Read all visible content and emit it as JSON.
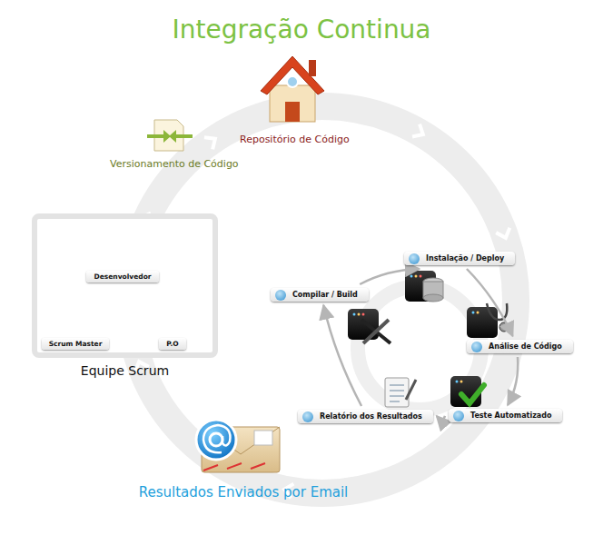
{
  "diagram": {
    "title": "Integração Continua",
    "nodes": [
      {
        "text": [
          "Repositório de Código"
        ]
      },
      {
        "text": [
          "Versionamento de Código"
        ]
      },
      {
        "text": [
          "Equipe Scrum"
        ]
      },
      {
        "text": [
          "Desenvolvedor"
        ],
        "in": 2
      },
      {
        "text": [
          "Scrum Master"
        ],
        "in": 2
      },
      {
        "text": [
          "P.O"
        ],
        "in": 2
      },
      {
        "text": [
          "Instalação / Deploy"
        ]
      },
      {
        "text": [
          "Compilar / Build"
        ]
      },
      {
        "text": [
          "Análise de Código"
        ]
      },
      {
        "text": [
          "Relatório dos Resultados"
        ]
      },
      {
        "text": [
          "Teste Automatizado"
        ]
      },
      {
        "text": [
          "Resultados Enviados por Email"
        ]
      }
    ],
    "edges": [
      {
        "from": 7,
        "to": 6,
        "arrow": "to"
      },
      {
        "from": 6,
        "to": 8,
        "arrow": "to"
      },
      {
        "from": 8,
        "to": 10,
        "arrow": "to"
      },
      {
        "from": 10,
        "to": 9,
        "arrow": "to"
      },
      {
        "from": 9,
        "to": 7,
        "arrow": "to"
      }
    ]
  }
}
